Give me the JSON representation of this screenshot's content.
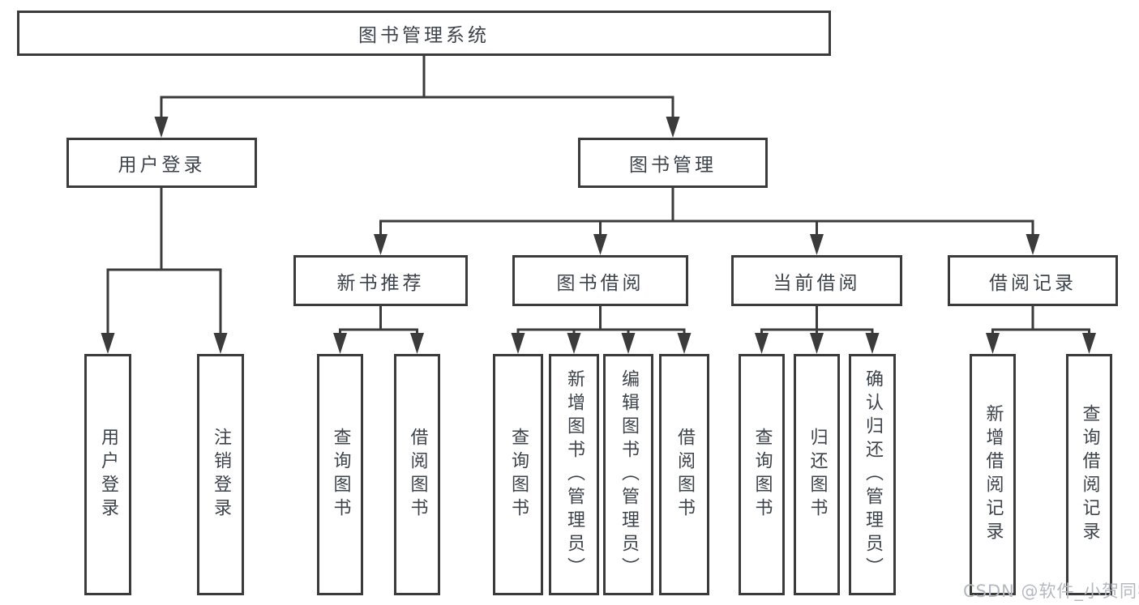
{
  "colors": {
    "line": "#3b3b3b",
    "text": "#3d434b",
    "box_background": "#ffffff",
    "watermark": "#b4b8c0"
  },
  "nodes": {
    "root": "图书管理系统",
    "level2": [
      "用户登录",
      "图书管理"
    ],
    "login_children": [
      "用户登录",
      "注销登录"
    ],
    "level3": [
      "新书推荐",
      "图书借阅",
      "当前借阅",
      "借阅记录"
    ],
    "recommend_children": [
      "查询图书",
      "借阅图书"
    ],
    "borrow_children": [
      "查询图书",
      "新增图书（管理员）",
      "编辑图书（管理员）",
      "借阅图书"
    ],
    "current_children": [
      "查询图书",
      "归还图书",
      "确认归还（管理员）"
    ],
    "records_children": [
      "新增借阅记录",
      "查询借阅记录"
    ]
  },
  "watermark": "CSDN @软件_小贺同学"
}
